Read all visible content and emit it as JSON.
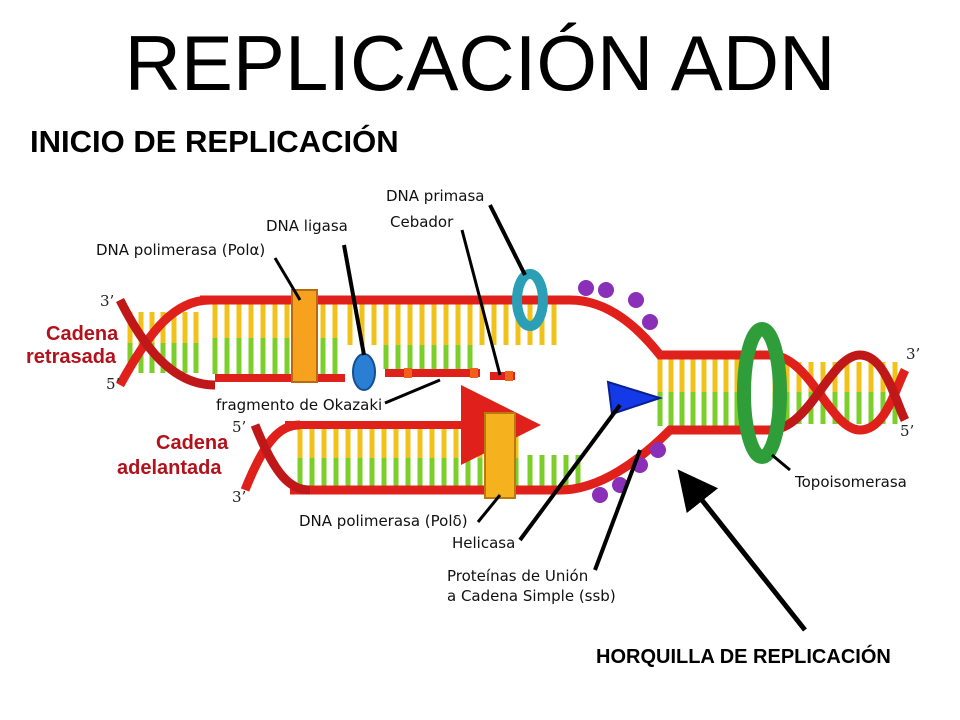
{
  "title": "REPLICACIÓN ADN",
  "subtitle": "INICIO DE REPLICACIÓN",
  "fork_label": "HORQUILLA DE REPLICACIÓN",
  "labels": {
    "dna_primasa": "DNA primasa",
    "cebador": "Cebador",
    "dna_ligasa": "DNA ligasa",
    "pol_alpha": "DNA polimerasa (Polα)",
    "okazaki": "fragmento de Okazaki",
    "pol_delta": "DNA polimerasa (Polδ)",
    "helicasa": "Helicasa",
    "ssb_line1": "Proteínas de Unión",
    "ssb_line2": "a Cadena Simple (ssb)",
    "topoisomerasa": "Topoisomerasa"
  },
  "strands": {
    "retrasada_1": "Cadena",
    "retrasada_2": "retrasada",
    "adelantada_1": "Cadena",
    "adelantada_2": "adelantada"
  },
  "ends": {
    "top_left_3": "3’",
    "top_left_5": "5’",
    "bottom_left_5": "5’",
    "bottom_left_3": "3’",
    "right_3": "3’",
    "right_5": "5’"
  },
  "colors": {
    "backbone": "#e0201a",
    "base_yellow": "#f0c21a",
    "base_green": "#7ccf2a",
    "polymerase": "#f6a21e",
    "ssb": "#8a2fb8",
    "helicase": "#1439e6",
    "topoisomerase": "#2f9e3a",
    "primase": "#2a9fb5",
    "ligase": "#2a7fd4"
  }
}
